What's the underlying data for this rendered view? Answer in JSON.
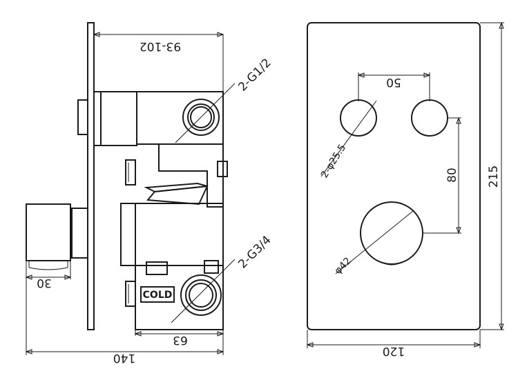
{
  "side_view": {
    "dim_overall_depth": "140",
    "dim_handle_depth": "30",
    "dim_body_depth": "63",
    "dim_depth_range": "93-102",
    "outlet_thread": "2-G1/2",
    "inlet_thread": "2-G3/4",
    "cold_label": "COLD"
  },
  "front_view": {
    "dim_width": "120",
    "dim_height": "215",
    "dim_button_spacing": "50",
    "dim_vertical_spacing": "80",
    "button_diameter": "2-φ25.5",
    "knob_diameter": "φ42"
  }
}
